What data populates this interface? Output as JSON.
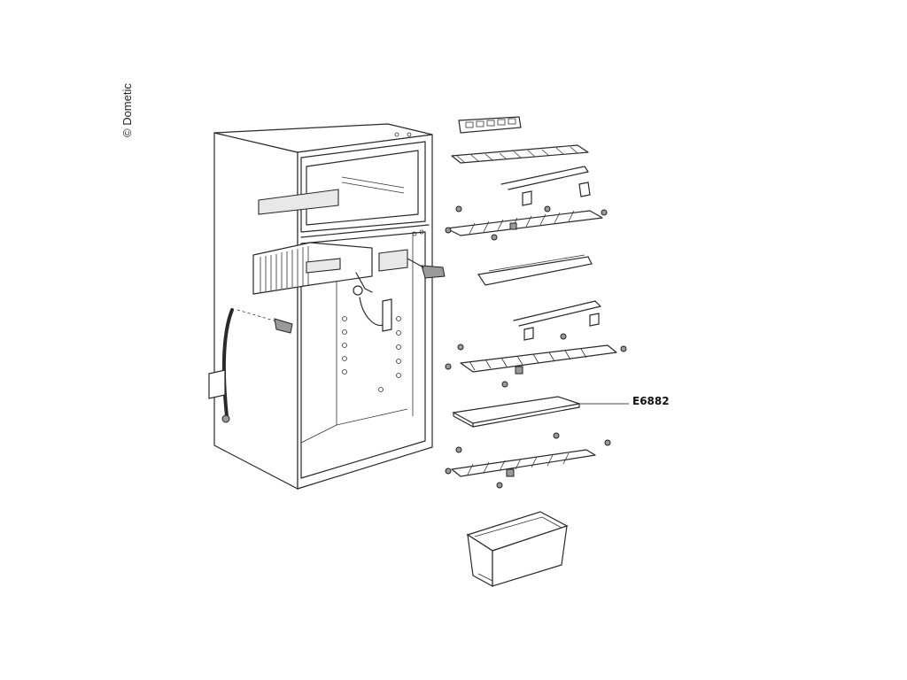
{
  "copyright": "© Dometic",
  "callouts": [
    {
      "label": "E6882",
      "target": "crisper-glass-shelf"
    }
  ]
}
